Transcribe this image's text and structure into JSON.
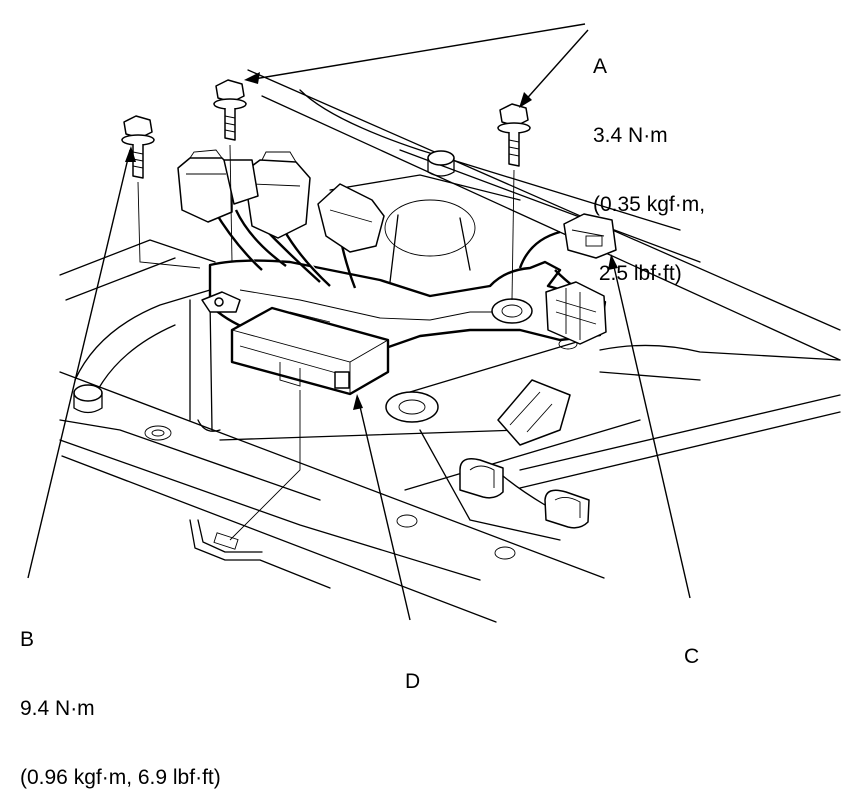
{
  "callouts": {
    "a": {
      "letter": "A",
      "line1": "3.4 N·m",
      "line2": "(0.35 kgf·m,",
      "line3": " 2.5 lbf·ft)"
    },
    "b": {
      "letter": "B",
      "line1": "9.4 N·m",
      "line2": "(0.96 kgf·m, 6.9 lbf·ft)"
    },
    "c": {
      "letter": "C"
    },
    "d": {
      "letter": "D"
    }
  },
  "icons": [
    "bolt-a-left-icon",
    "bolt-a-right-icon",
    "bolt-b-icon",
    "wire-harness-icon",
    "connector-c-icon",
    "control-module-d-icon",
    "transmission-case-icon"
  ],
  "colors": {
    "line": "#000000",
    "background": "#ffffff"
  }
}
